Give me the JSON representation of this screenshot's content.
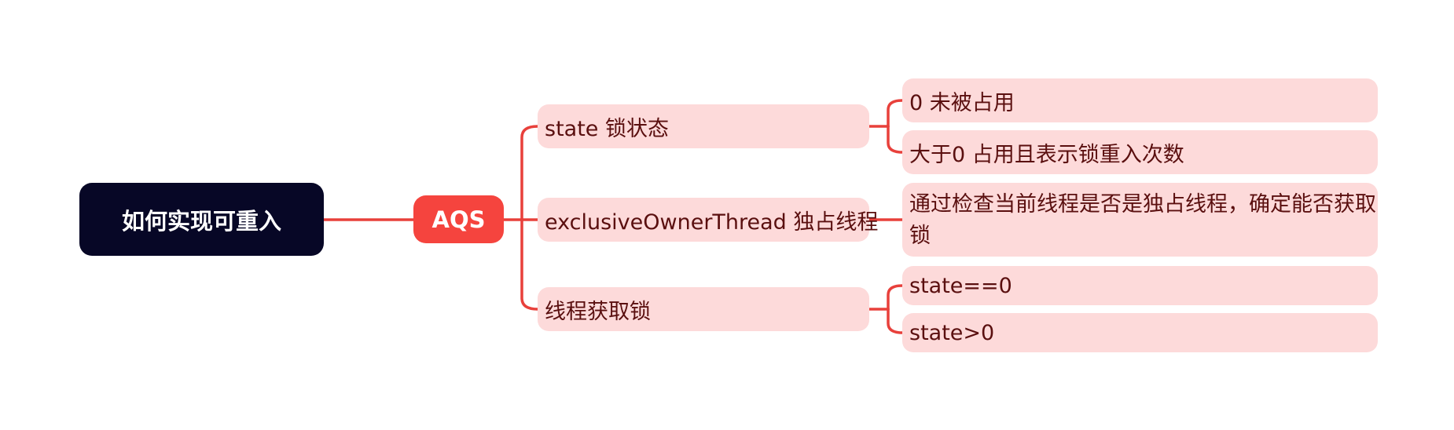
{
  "root": {
    "label": "如何实现可重入"
  },
  "hub": {
    "label": "AQS"
  },
  "branches": [
    {
      "label": "state 锁状态",
      "children": [
        "0 未被占用",
        "大于0 占用且表示锁重入次数"
      ]
    },
    {
      "label": "exclusiveOwnerThread 独占线程",
      "children": [
        "通过检查当前线程是否是独占线程，确定能否获取锁"
      ]
    },
    {
      "label": "线程获取锁",
      "children": [
        "state==0",
        "state>0"
      ]
    }
  ],
  "colors": {
    "root_fill": "#070726",
    "hub_fill": "#f5443e",
    "node_fill": "#fddada",
    "connector": "#e8403b",
    "node_text": "#5a0f0f"
  }
}
